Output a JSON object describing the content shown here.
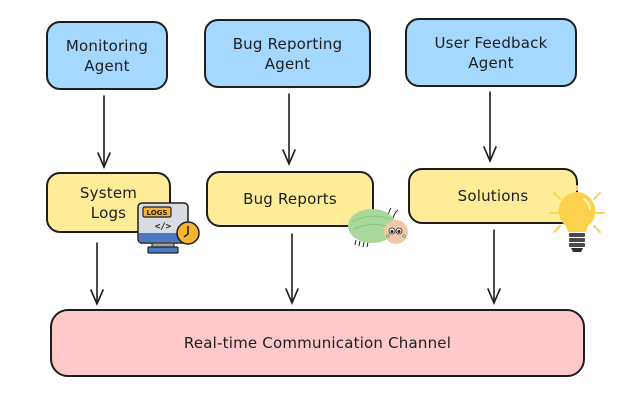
{
  "diagram": {
    "agents": [
      {
        "id": "monitoring",
        "line1": "Monitoring",
        "line2": "Agent"
      },
      {
        "id": "bug-reporting",
        "line1": "Bug Reporting",
        "line2": "Agent"
      },
      {
        "id": "user-feedback",
        "line1": "User Feedback",
        "line2": "Agent"
      }
    ],
    "artifacts": [
      {
        "id": "system-logs",
        "line1": "System",
        "line2": "Logs",
        "icon": "monitor-logs-icon"
      },
      {
        "id": "bug-reports",
        "line1": "Bug Reports",
        "line2": "",
        "icon": "bug-icon"
      },
      {
        "id": "solutions",
        "line1": "Solutions",
        "line2": "",
        "icon": "lightbulb-icon"
      }
    ],
    "channel": {
      "label": "Real-time Communication Channel"
    },
    "icon_labels": {
      "logs_badge": "LOGS",
      "code_glyph": "</>"
    },
    "colors": {
      "agent_fill": "#a5d8ff",
      "artifact_fill": "#ffec99",
      "channel_fill": "#ffc9c9",
      "stroke": "#1e1e1e"
    }
  }
}
